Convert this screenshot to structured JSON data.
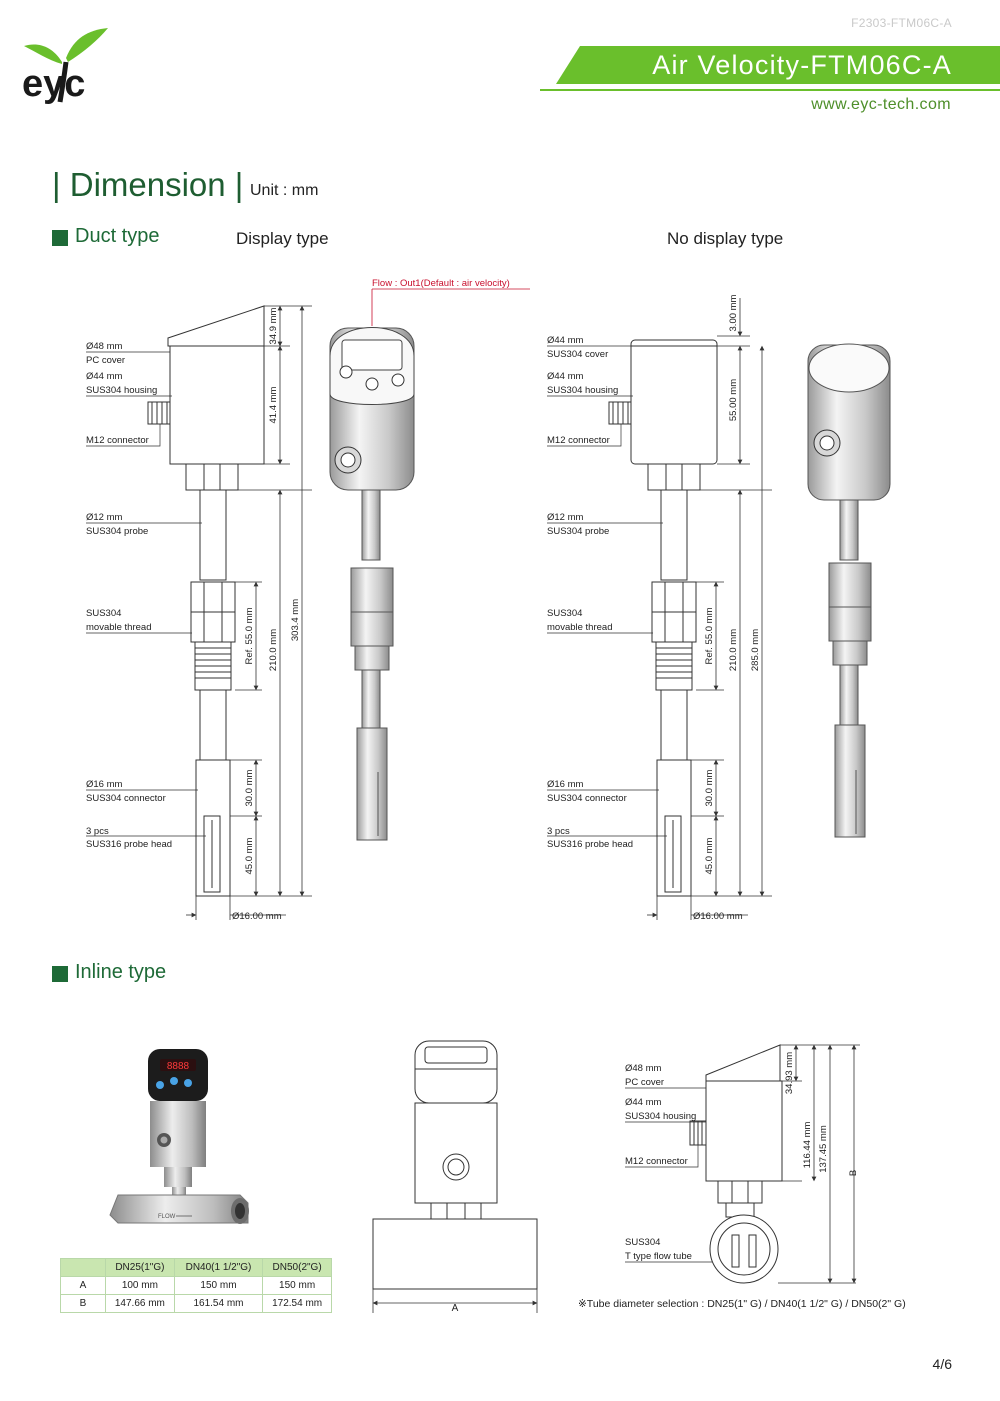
{
  "header": {
    "doc_code": "F2303-FTM06C-A",
    "title": "Air Velocity-FTM06C-A",
    "website": "www.eyc-tech.com",
    "logo_text": "eyc",
    "banner_color": "#6abf2c"
  },
  "dimension": {
    "title": "| Dimension |",
    "unit": "Unit : mm"
  },
  "duct": {
    "title": "Duct type",
    "display_title": "Display type",
    "no_display_title": "No display type",
    "flow_note": "Flow : Out1(Default : air velocity)",
    "display_labels": [
      {
        "t1": "Ø48 mm",
        "t2": "PC cover"
      },
      {
        "t1": "Ø44 mm",
        "t2": "SUS304 housing"
      },
      {
        "t1": "M12 connector",
        "t2": ""
      },
      {
        "t1": "Ø12 mm",
        "t2": "SUS304 probe"
      },
      {
        "t1": "SUS304",
        "t2": "movable thread"
      },
      {
        "t1": "Ø16 mm",
        "t2": "SUS304 connector"
      },
      {
        "t1": "3 pcs",
        "t2": "SUS316 probe head"
      }
    ],
    "no_display_labels": [
      {
        "t1": "Ø44 mm",
        "t2": "SUS304 cover"
      },
      {
        "t1": "Ø44 mm",
        "t2": "SUS304 housing"
      },
      {
        "t1": "M12 connector",
        "t2": ""
      },
      {
        "t1": "Ø12 mm",
        "t2": "SUS304 probe"
      },
      {
        "t1": "SUS304",
        "t2": "movable thread"
      },
      {
        "t1": "Ø16 mm",
        "t2": "SUS304 connector"
      },
      {
        "t1": "3 pcs",
        "t2": "SUS316 probe head"
      }
    ],
    "display_dims": {
      "cover": "34.9 mm",
      "housing": "41.4 mm",
      "ref": "Ref. 55.0 mm",
      "probe": "210.0 mm",
      "total": "303.4 mm",
      "connector": "30.0 mm",
      "head": "45.0 mm",
      "diameter": "Ø16.00 mm"
    },
    "no_display_dims": {
      "cover": "3.00 mm",
      "housing": "55.00 mm",
      "ref": "Ref. 55.0 mm",
      "probe": "210.0 mm",
      "total": "285.0 mm",
      "connector": "30.0 mm",
      "head": "45.0 mm",
      "diameter": "Ø16.00 mm"
    }
  },
  "inline": {
    "title": "Inline type",
    "photo_display": "8888",
    "photo_flow": "FLOW",
    "front_label": "A",
    "side_labels": [
      {
        "t1": "Ø48 mm",
        "t2": "PC cover"
      },
      {
        "t1": "Ø44 mm",
        "t2": "SUS304 housing"
      },
      {
        "t1": "M12 connector",
        "t2": ""
      },
      {
        "t1": "SUS304",
        "t2": "T type flow tube"
      }
    ],
    "side_dims": {
      "cover": "34.93 mm",
      "mid": "116.44 mm",
      "top": "137.45 mm",
      "b": "B"
    },
    "table": {
      "headers": [
        "",
        "DN25(1\"G)",
        "DN40(1 1/2\"G)",
        "DN50(2\"G)"
      ],
      "rows": [
        [
          "A",
          "100 mm",
          "150 mm",
          "150 mm"
        ],
        [
          "B",
          "147.66 mm",
          "161.54 mm",
          "172.54 mm"
        ]
      ]
    },
    "note": "※Tube diameter selection : DN25(1\" G) / DN40(1 1/2\" G) / DN50(2\" G)"
  },
  "footer": {
    "page": "4/6"
  }
}
